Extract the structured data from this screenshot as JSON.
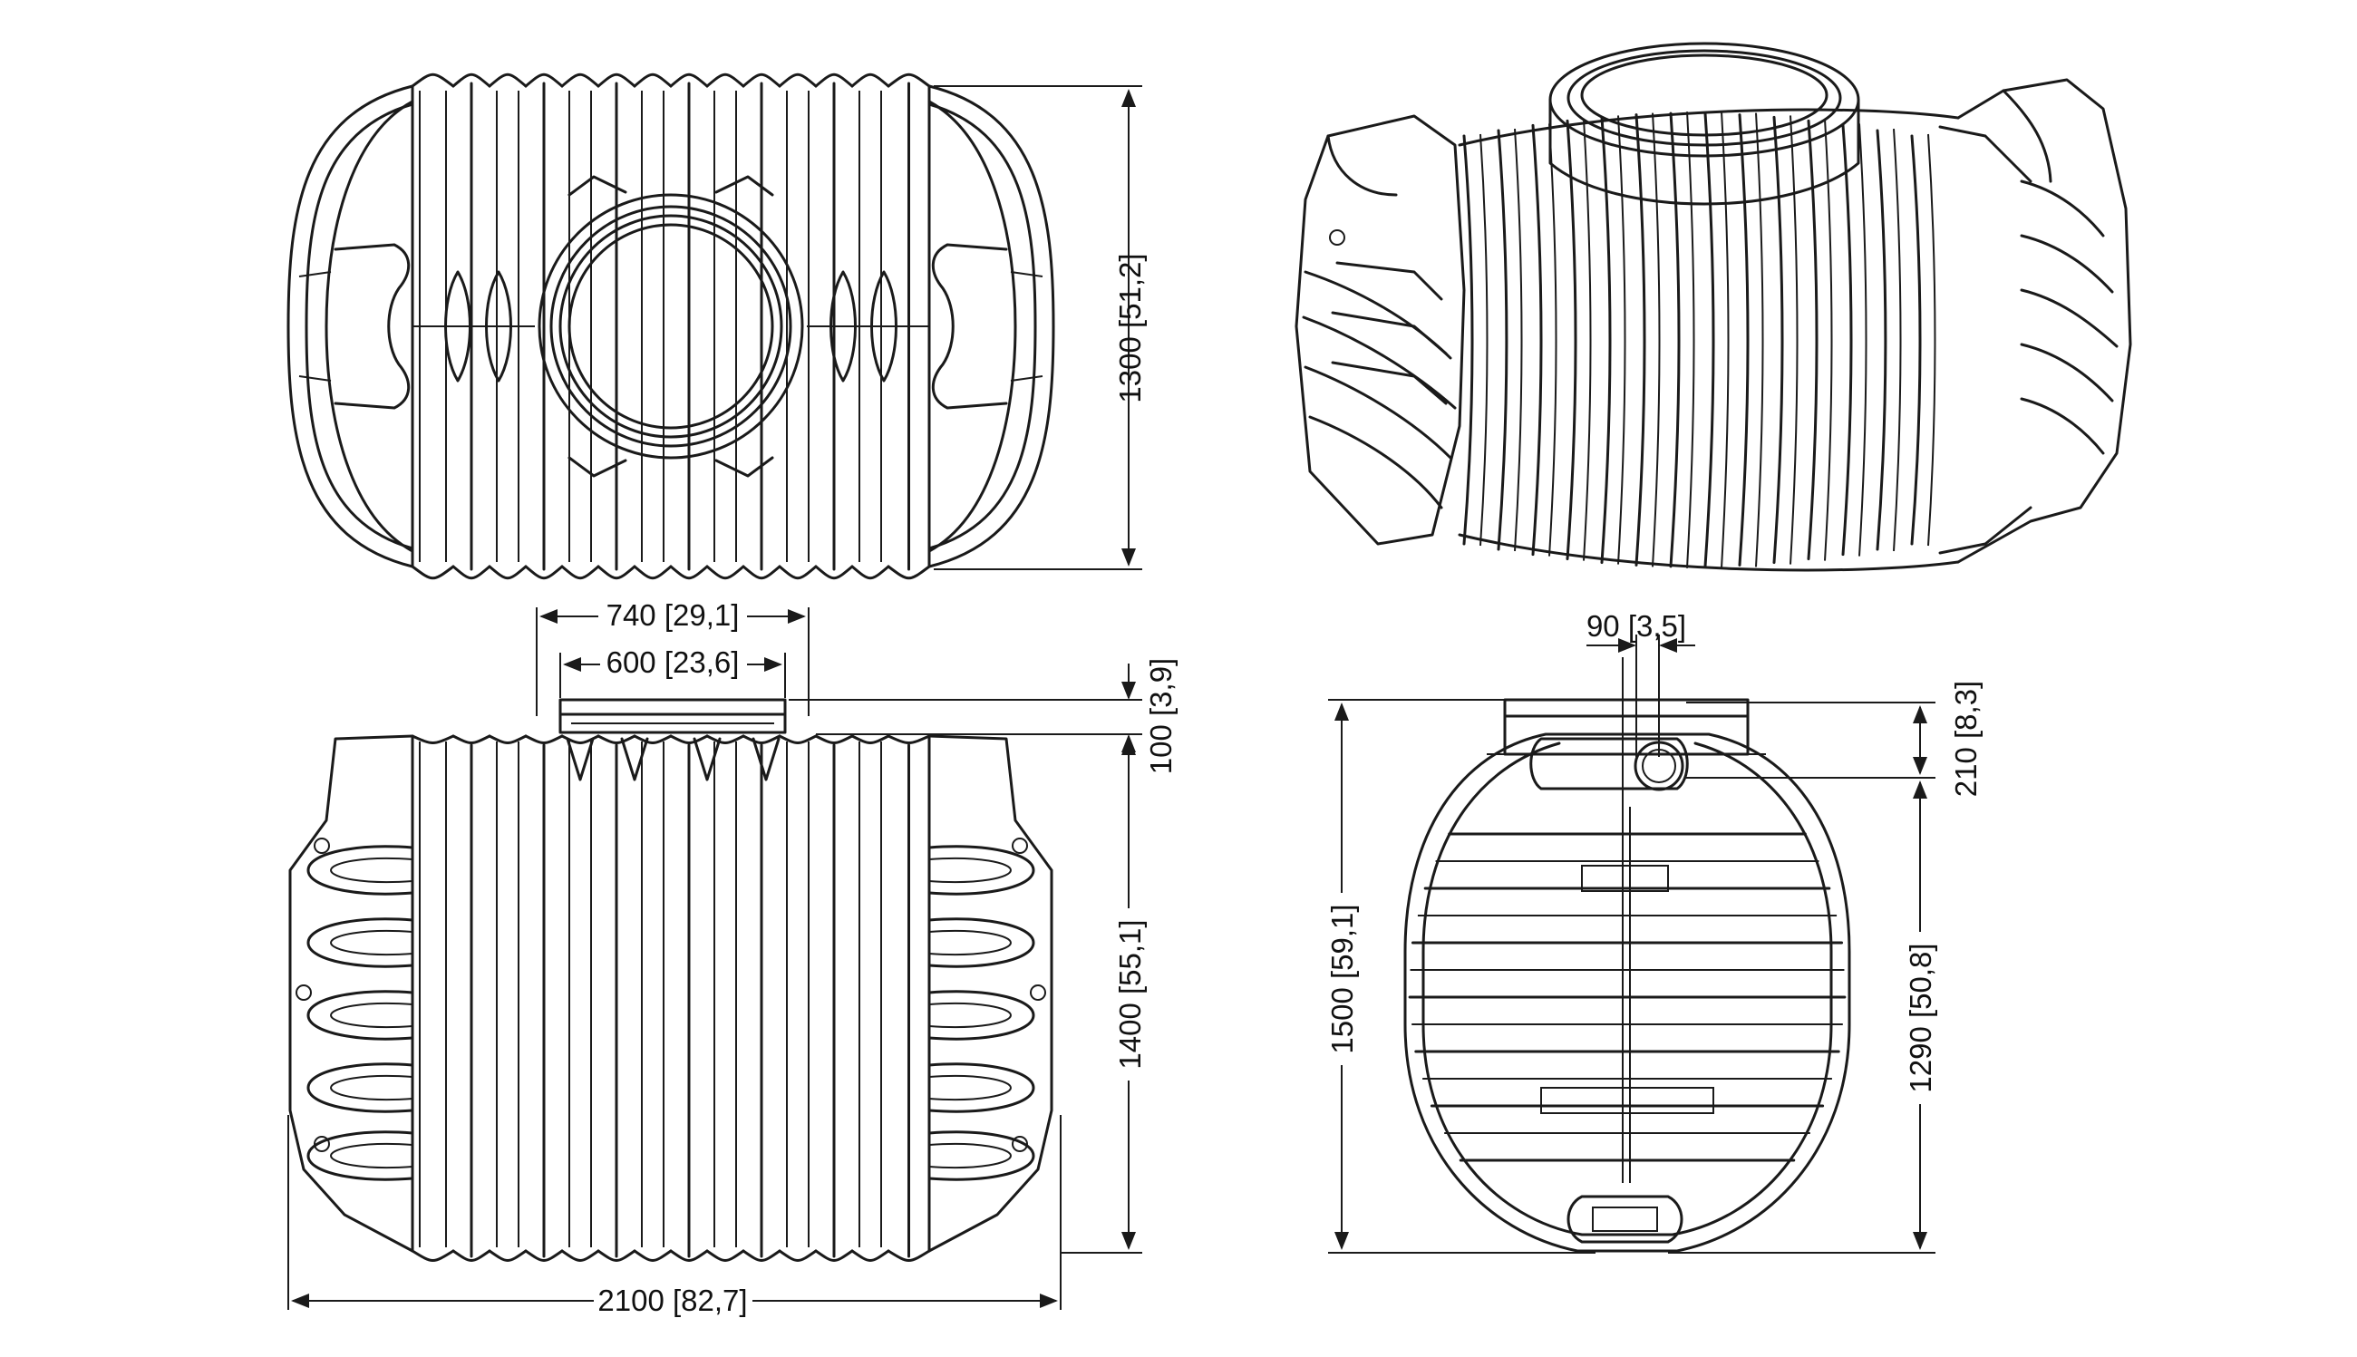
{
  "dimensions": {
    "top_view_height": "1300 [51,2]",
    "side_opening_outer": "740 [29,1]",
    "side_opening_inner": "600 [23,6]",
    "side_collar_height": "100 [3,9]",
    "side_body_height": "1400 [55,1]",
    "side_total_length": "2100 [82,7]",
    "end_pipe_diameter": "90 [3,5]",
    "end_pipe_offset": "210 [8,3]",
    "end_total_height": "1500 [59,1]",
    "end_pipe_height": "1290 [50,8]"
  },
  "colors": {
    "line": "#1a1a1a",
    "background": "#ffffff"
  }
}
